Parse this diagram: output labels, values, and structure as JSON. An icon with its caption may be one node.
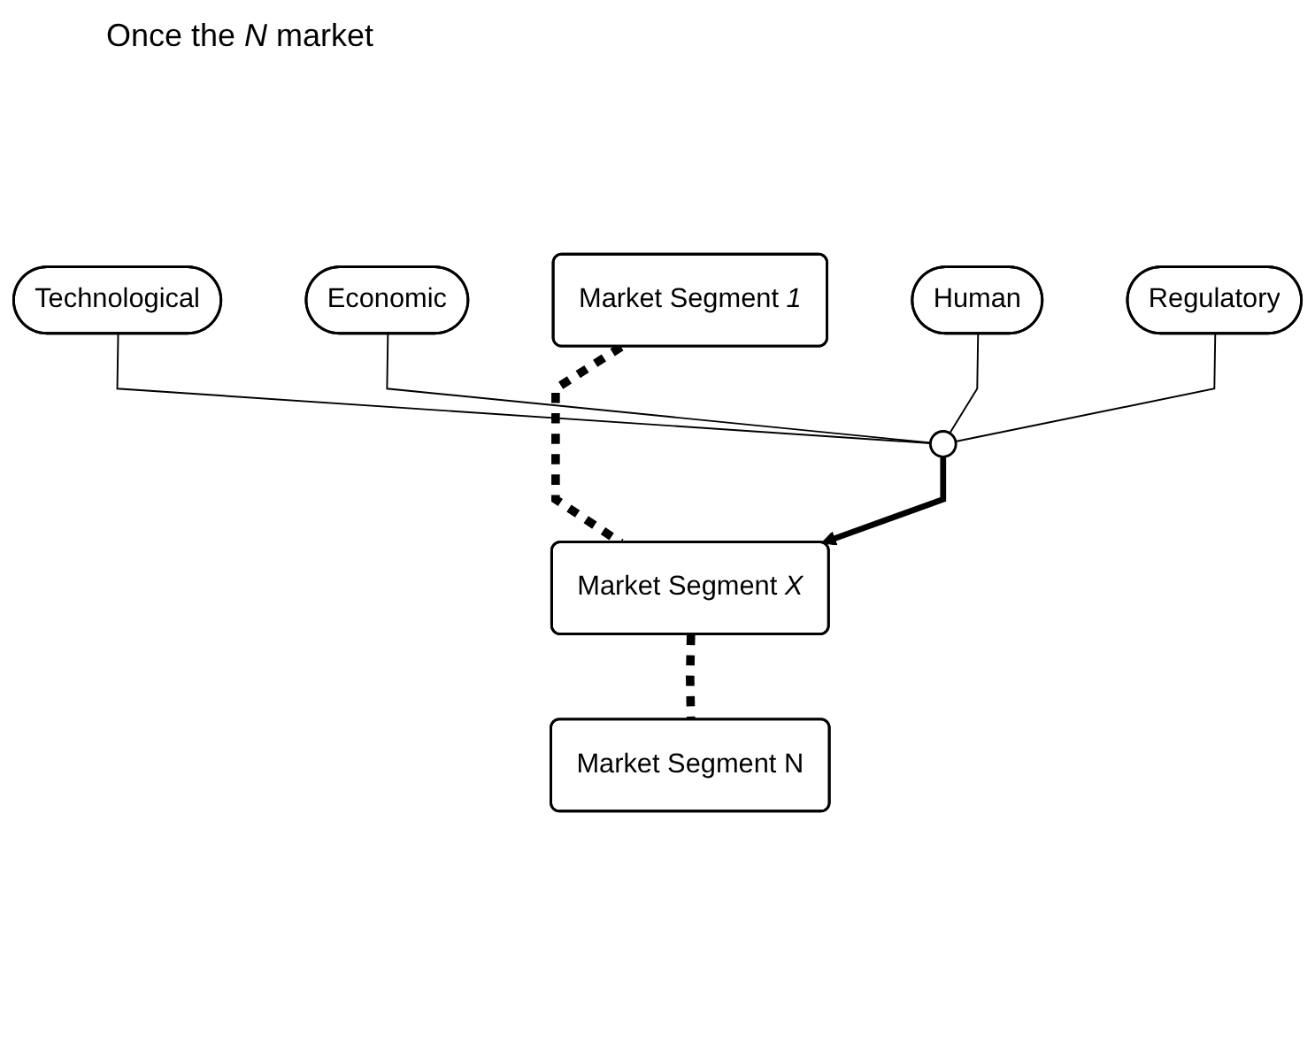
{
  "diagram": {
    "title": "Once the *N* market",
    "nodes": [
      {
        "text": [
          "Market Segment *1*"
        ]
      },
      {
        "text": [
          "Market Segment *X*"
        ]
      },
      {
        "text": [
          "Market Segment N"
        ]
      },
      {
        "text": [],
        "shape": "circle"
      },
      {
        "text": [
          "Technological"
        ]
      },
      {
        "text": [
          "Economic"
        ]
      },
      {
        "text": [
          "Human"
        ]
      },
      {
        "text": [
          "Regulatory"
        ]
      }
    ],
    "edges": [
      {
        "from": 0,
        "to": 1,
        "arrow": "none",
        "style": "dashed"
      },
      {
        "from": 1,
        "to": 2,
        "arrow": "none",
        "style": "dashed"
      },
      {
        "from": 3,
        "to": 1,
        "arrow": "to",
        "style": "thick"
      },
      {
        "from": 4,
        "to": 3,
        "arrow": "none"
      },
      {
        "from": 5,
        "to": 3,
        "arrow": "none"
      },
      {
        "from": 6,
        "to": 3,
        "arrow": "none"
      },
      {
        "from": 7,
        "to": 3,
        "arrow": "none"
      }
    ]
  }
}
